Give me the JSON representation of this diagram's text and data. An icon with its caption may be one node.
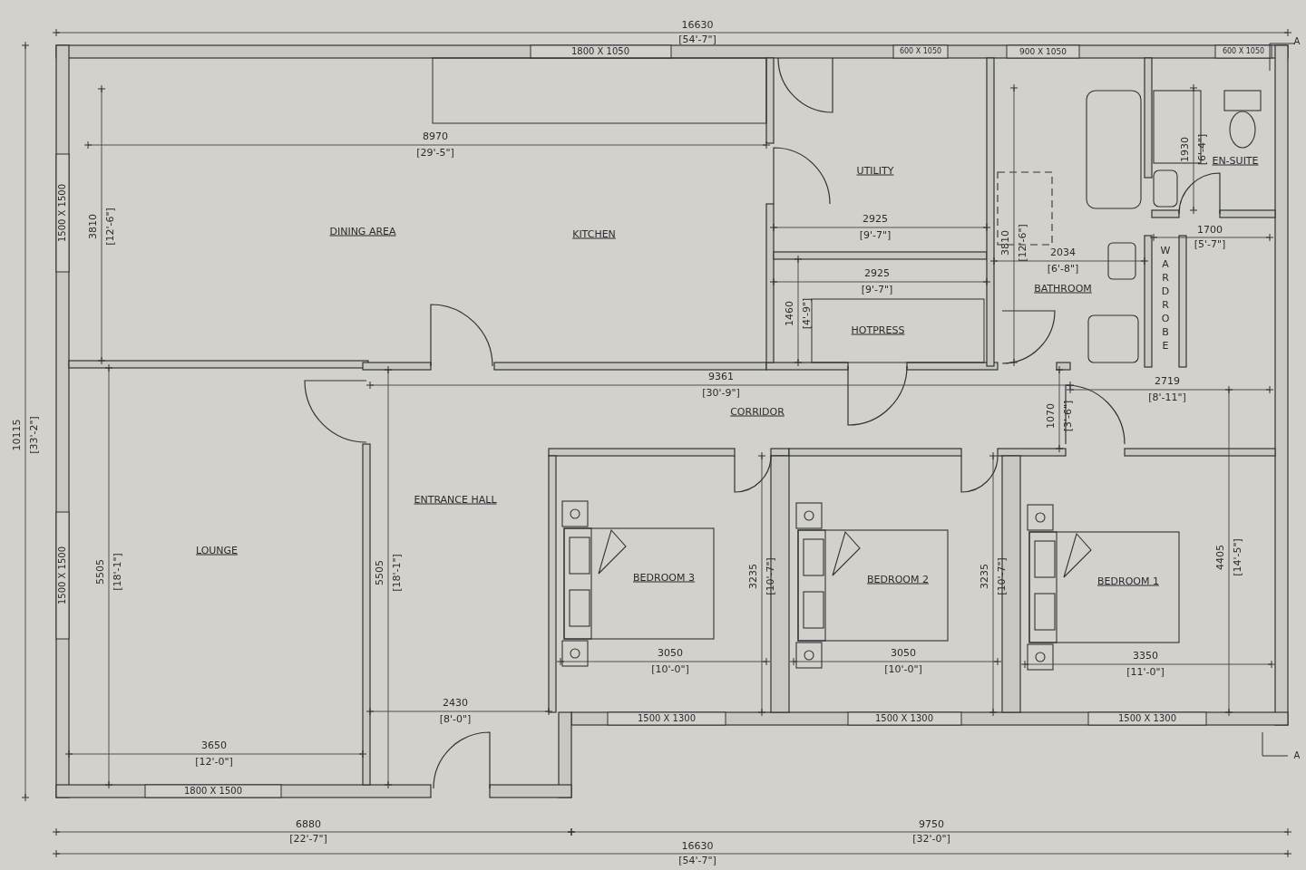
{
  "diagram": {
    "nodes": [
      {
        "text": [
          "DINING AREA",
          "KITCHEN"
        ]
      },
      {
        "text": [
          "UTILITY"
        ]
      },
      {
        "text": [
          "HOTPRESS"
        ]
      },
      {
        "text": [
          "BATHROOM"
        ]
      },
      {
        "text": [
          "EN-SUITE"
        ]
      },
      {
        "text": [
          "WARDROBE"
        ]
      },
      {
        "text": [
          "CORRIDOR"
        ]
      },
      {
        "text": [
          "LOUNGE"
        ]
      },
      {
        "text": [
          "ENTRANCE HALL"
        ]
      },
      {
        "text": [
          "BEDROOM 3"
        ]
      },
      {
        "text": [
          "BEDROOM 2"
        ]
      },
      {
        "text": [
          "BEDROOM 1"
        ]
      }
    ],
    "labels": [
      "16630",
      "[54'-7\"]",
      "1800 X 1050",
      "600 X 1050",
      "900 X 1050",
      "600 X 1050",
      "8970",
      "[29'-5\"]",
      "1930",
      "[6'-4\"]",
      "1500 X 1500",
      "3810",
      "[12'-6\"]",
      "1700",
      "[5'-7\"]",
      "2925",
      "[9'-7\"]",
      "2925",
      "[9'-7\"]",
      "3810",
      "[12'-6\"]",
      "2034",
      "[6'-8\"]",
      "1460",
      "[4'-9\"]",
      "9361",
      "[30'-9\"]",
      "2719",
      "[8'-11\"]",
      "1070",
      "[3'-6\"]",
      "10115",
      "[33'-2\"]",
      "4405",
      "[14'-5\"]",
      "1500 X 1500",
      "5505",
      "[18'-1\"]",
      "5505",
      "[18'-1\"]",
      "3235",
      "[10'-7\"]",
      "3235",
      "[10'-7\"]",
      "3050",
      "[10'-0\"]",
      "3050",
      "[10'-0\"]",
      "3350",
      "[11'-0\"]",
      "2430",
      "[8'-0\"]",
      "3650",
      "[12'-0\"]",
      "1500 X 1300",
      "1500 X 1300",
      "1500 X 1300",
      "1800 X 1500",
      "6880",
      "[22'-7\"]",
      "9750",
      "[32'-0\"]",
      "16630",
      "[54'-7\"]",
      "A",
      "A"
    ]
  }
}
